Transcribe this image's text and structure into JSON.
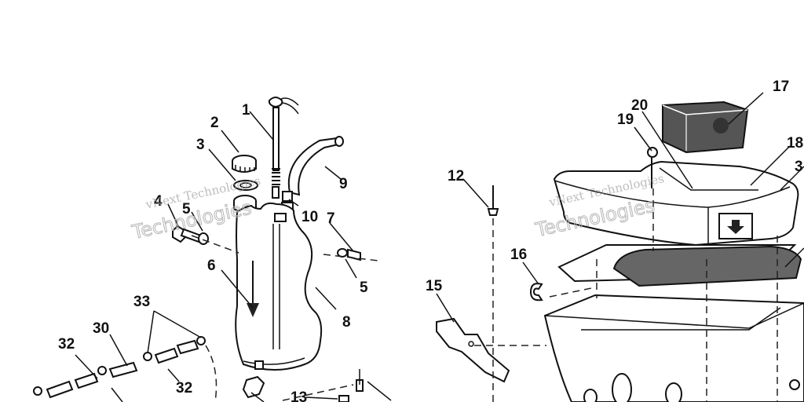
{
  "diagram": {
    "callouts": [
      "1",
      "2",
      "3",
      "4",
      "5",
      "6",
      "7",
      "8",
      "9",
      "10",
      "5",
      "12",
      "13",
      "15",
      "16",
      "17",
      "18",
      "19",
      "20",
      "30",
      "32",
      "32",
      "33",
      "3"
    ],
    "watermarks": [
      {
        "line1": "vNext Technologies",
        "line2": "Technologies"
      },
      {
        "line1": "vNext Technologies",
        "line2": "Technologies"
      }
    ]
  },
  "colors": {
    "line": "#111111",
    "watermark": "#9a9a9a",
    "background": "#ffffff"
  }
}
